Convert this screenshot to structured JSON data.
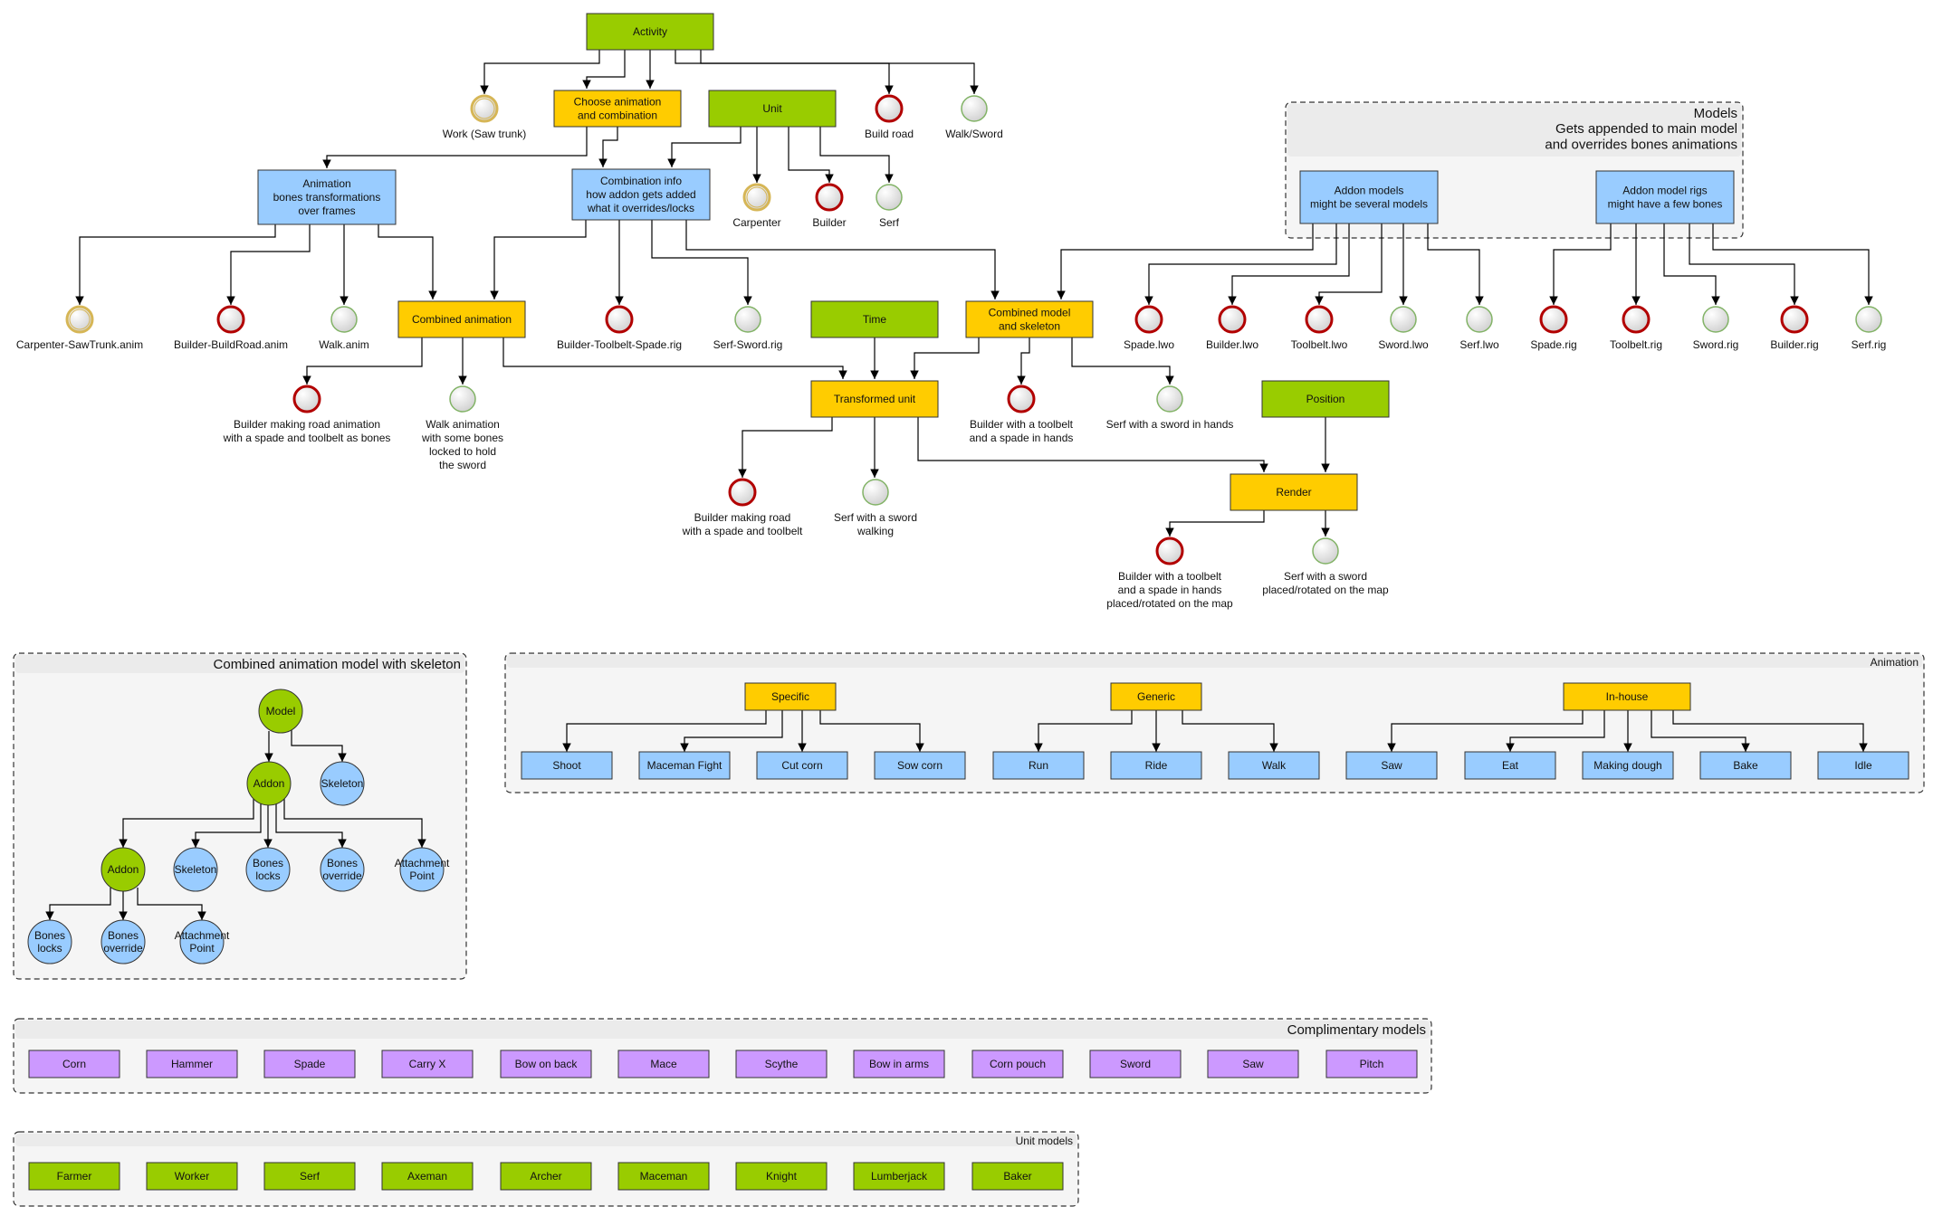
{
  "colors": {
    "green": "#99cc00",
    "yellow": "#ffcc00",
    "blue": "#99ccff",
    "purple": "#cc99ff",
    "group_fill": "#f5f5f5",
    "group_header": "#ebebeb",
    "end_red": "#b20000",
    "end_green": "#82b366",
    "end_yellow": "#d6b656"
  },
  "nodes": {
    "activity": "Activity",
    "choose": "Choose animation\nand combination",
    "unit": "Unit",
    "animation": "Animation\nbones transformations\nover frames",
    "combination_info": "Combination info\nhow addon gets added\nwhat it overrides/locks",
    "combined_animation": "Combined animation",
    "time": "Time",
    "combined_model": "Combined model\nand skeleton",
    "transformed_unit": "Transformed unit",
    "position": "Position",
    "render": "Render",
    "addon_models": "Addon models\nmight be several models",
    "addon_rigs": "Addon model rigs\nmight have a few bones"
  },
  "labels": {
    "work": "Work (Saw trunk)",
    "build_road": "Build road",
    "walk_sword": "Walk/Sword",
    "carpenter": "Carpenter",
    "builder": "Builder",
    "serf": "Serf",
    "anim_carpenter": "Carpenter-SawTrunk.anim",
    "anim_builder": "Builder-BuildRoad.anim",
    "anim_walk": "Walk.anim",
    "rig_toolbelt_spade": "Builder-Toolbelt-Spade.rig",
    "rig_serf_sword": "Serf-Sword.rig",
    "ca_builder": "Builder making road animation\nwith a spade and toolbelt as bones",
    "ca_walk": "Walk animation\nwith some bones\nlocked to hold\nthe sword",
    "cm_builder": "Builder with a toolbelt\nand a spade in hands",
    "cm_serf": "Serf with a sword in hands",
    "tu_builder": "Builder making road\nwith a spade and toolbelt",
    "tu_serf": "Serf with a sword\nwalking",
    "r_builder": "Builder with a toolbelt\nand a spade in hands\nplaced/rotated on the map",
    "r_serf": "Serf with a sword\nplaced/rotated on the map",
    "lwo_spade": "Spade.lwo",
    "lwo_builder": "Builder.lwo",
    "lwo_toolbelt": "Toolbelt.lwo",
    "lwo_sword": "Sword.lwo",
    "lwo_serf": "Serf.lwo",
    "rig_spade": "Spade.rig",
    "rig_toolbelt": "Toolbelt.rig",
    "rig_sword": "Sword.rig",
    "rig_builder": "Builder.rig",
    "rig_serf": "Serf.rig"
  },
  "groups": {
    "models": "Models\nGets appended to main model\nand overrides bones animations",
    "combined": "Combined animation model with skeleton",
    "animation": "Animation",
    "complimentary": "Complimentary models",
    "units": "Unit models"
  },
  "skeleton": {
    "model": "Model",
    "addon": "Addon",
    "skeleton": "Skeleton",
    "addon2": "Addon",
    "skeleton2": "Skeleton",
    "bones_locks": "Bones\nlocks",
    "bones_override": "Bones\noverride",
    "attachment_point": "Attachment\nPoint",
    "bones_locks2": "Bones\nlocks",
    "bones_override2": "Bones\noverride",
    "attachment_point2": "Attachment\nPoint"
  },
  "animation_categories": {
    "specific": "Specific",
    "generic": "Generic",
    "inhouse": "In-house",
    "specific_items": [
      "Shoot",
      "Maceman Fight",
      "Cut corn",
      "Sow corn"
    ],
    "generic_items": [
      "Run",
      "Ride",
      "Walk"
    ],
    "inhouse_items": [
      "Saw",
      "Eat",
      "Making dough",
      "Bake",
      "Idle"
    ]
  },
  "complimentary_items": [
    "Corn",
    "Hammer",
    "Spade",
    "Carry X",
    "Bow on back",
    "Mace",
    "Scythe",
    "Bow in arms",
    "Corn pouch",
    "Sword",
    "Saw",
    "Pitch"
  ],
  "unit_items": [
    "Farmer",
    "Worker",
    "Serf",
    "Axeman",
    "Archer",
    "Maceman",
    "Knight",
    "Lumberjack",
    "Baker"
  ]
}
